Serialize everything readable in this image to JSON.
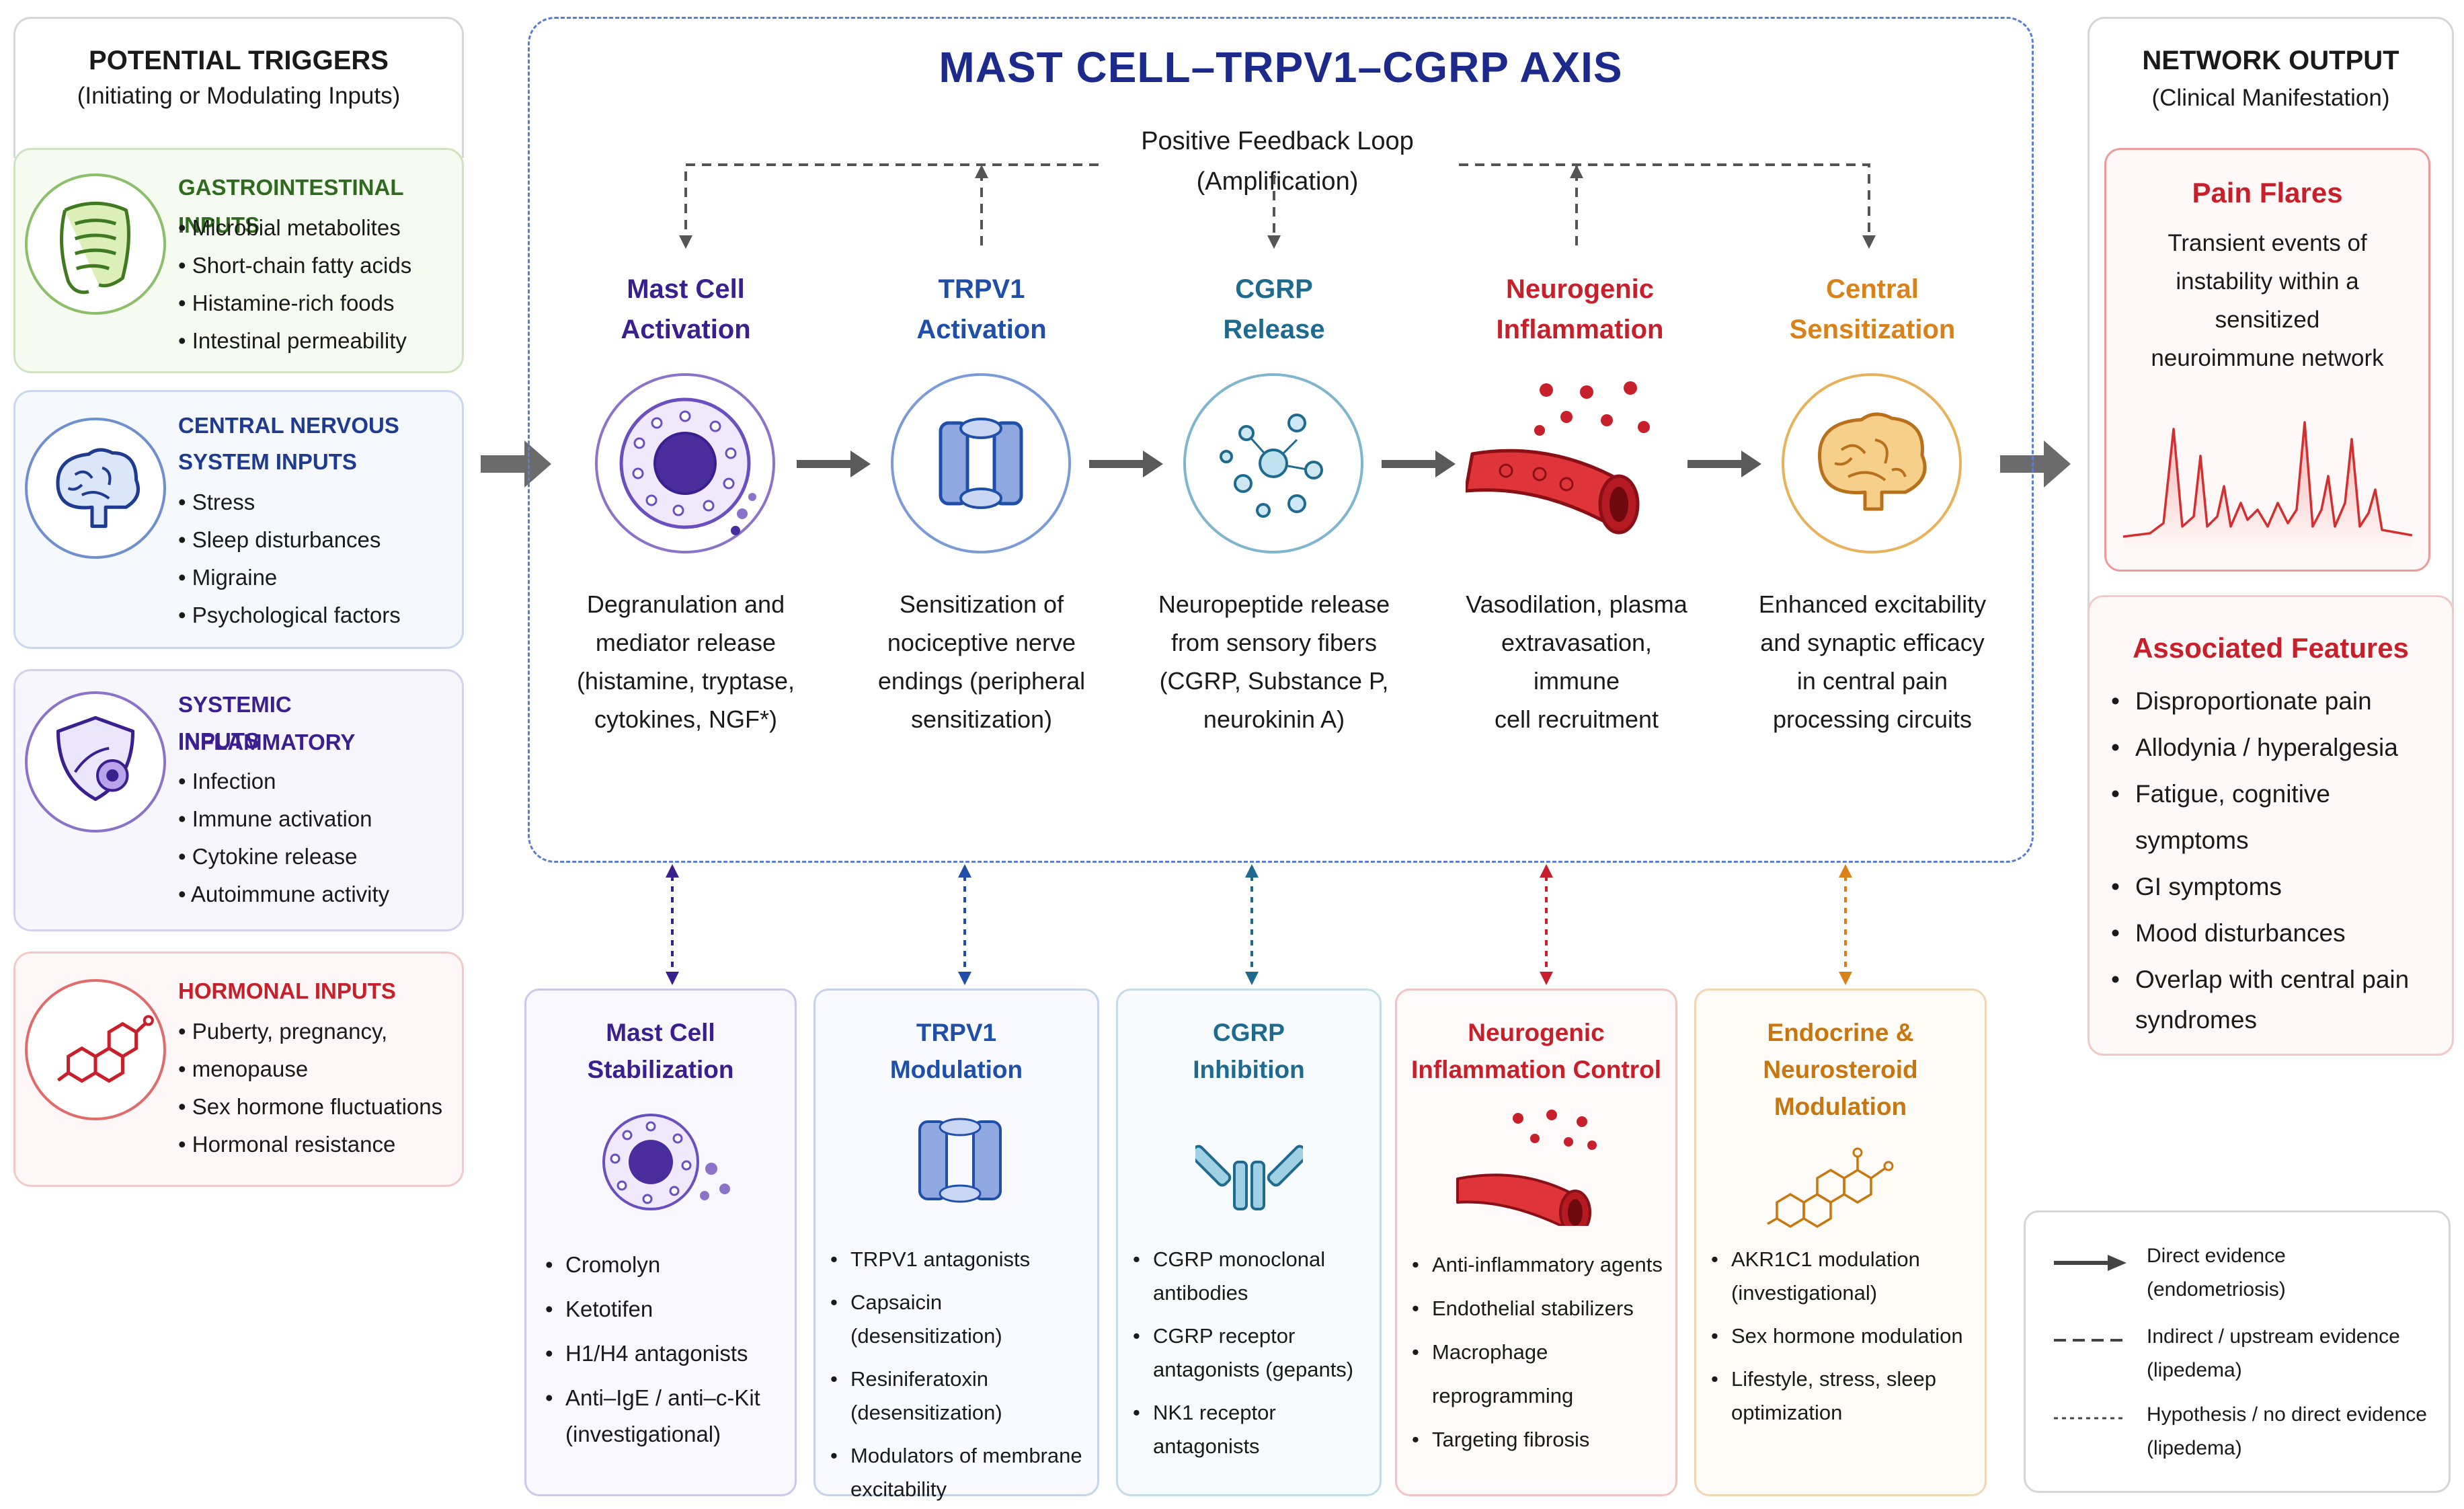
{
  "triggers": {
    "title": "POTENTIAL TRIGGERS",
    "subtitle": "(Initiating or Modulating Inputs)",
    "groups": [
      {
        "title_lines": [
          "GASTROINTESTINAL INPUTS"
        ],
        "color": "#2e6b1f",
        "icon": "intestine-icon",
        "items": [
          "Microbial metabolites",
          "Short-chain fatty acids",
          "Histamine-rich foods",
          "Intestinal permeability"
        ]
      },
      {
        "title_lines": [
          "CENTRAL NERVOUS",
          "SYSTEM INPUTS"
        ],
        "color": "#1f3b8f",
        "icon": "brain-icon",
        "items": [
          "Stress",
          "Sleep disturbances",
          "Migraine",
          "Psychological factors"
        ]
      },
      {
        "title_lines": [
          "SYSTEMIC INFLAMMATORY",
          "INPUTS"
        ],
        "color": "#3a1f8f",
        "icon": "immune-shield-icon",
        "items": [
          "Infection",
          "Immune activation",
          "Cytokine release",
          "Autoimmune activity"
        ]
      },
      {
        "title_lines": [
          "HORMONAL INPUTS"
        ],
        "color": "#c8202a",
        "icon": "steroid-molecule-icon",
        "items": [
          "Puberty, pregnancy,",
          "menopause",
          "Sex hormone fluctuations",
          "Hormonal resistance"
        ]
      }
    ]
  },
  "axis": {
    "title": "MAST CELL–TRPV1–CGRP AXIS",
    "feedback_label": [
      "Positive Feedback Loop",
      "(Amplification)"
    ],
    "steps": [
      {
        "title": [
          "Mast Cell",
          "Activation"
        ],
        "color": "#3a1f8f",
        "icon": "mast-cell-icon",
        "desc": [
          "Degranulation and",
          "mediator release",
          "(histamine, tryptase,",
          "cytokines, NGF*)"
        ]
      },
      {
        "title": [
          "TRPV1",
          "Activation"
        ],
        "color": "#1f4fa8",
        "icon": "ion-channel-icon",
        "desc": [
          "Sensitization of",
          "nociceptive nerve",
          "endings (peripheral",
          "sensitization)"
        ]
      },
      {
        "title": [
          "CGRP",
          "Release"
        ],
        "color": "#1f6a8f",
        "icon": "neuropeptide-icon",
        "desc": [
          "Neuropeptide release",
          "from sensory fibers",
          "(CGRP, Substance P,",
          "neurokinin A)"
        ]
      },
      {
        "title": [
          "Neurogenic",
          "Inflammation"
        ],
        "color": "#c8202a",
        "icon": "blood-vessel-icon",
        "desc": [
          "Vasodilation, plasma",
          "extravasation, immune",
          "cell recruitment"
        ]
      },
      {
        "title": [
          "Central",
          "Sensitization"
        ],
        "color": "#d9821a",
        "icon": "brain-icon",
        "desc": [
          "Enhanced excitability",
          "and synaptic efficacy",
          "in central pain",
          "processing circuits"
        ]
      }
    ]
  },
  "treatments": [
    {
      "title": [
        "Mast Cell",
        "Stabilization"
      ],
      "color": "#3a1f8f",
      "border": "#cfc6ec",
      "bg": "#faf8ff",
      "icon": "mast-cell-icon",
      "items": [
        "Cromolyn",
        "Ketotifen",
        "H1/H4 antagonists",
        "Anti–IgE / anti–c-Kit (investigational)"
      ]
    },
    {
      "title": [
        "TRPV1",
        "Modulation"
      ],
      "color": "#1f4fa8",
      "border": "#c6d3ec",
      "bg": "#f8faff",
      "icon": "ion-channel-icon",
      "items": [
        "TRPV1 antagonists",
        "Capsaicin (desensitization)",
        "Resiniferatoxin (desensitization)",
        "Modulators of membrane excitability"
      ]
    },
    {
      "title": [
        "CGRP",
        "Inhibition"
      ],
      "color": "#1f6a8f",
      "border": "#c3dde8",
      "bg": "#f7fbfd",
      "icon": "antibody-icon",
      "items": [
        "CGRP monoclonal antibodies",
        "CGRP receptor antagonists (gepants)",
        "NK1 receptor antagonists"
      ]
    },
    {
      "title": [
        "Neurogenic",
        "Inflammation Control"
      ],
      "color": "#c8202a",
      "border": "#efc4c4",
      "bg": "#fffafa",
      "icon": "blood-vessel-icon",
      "items": [
        "Anti-inflammatory agents",
        "Endothelial stabilizers",
        "Macrophage reprogramming",
        "Targeting fibrosis"
      ]
    },
    {
      "title": [
        "Endocrine &",
        "Neurosteroid",
        "Modulation"
      ],
      "color": "#c9760f",
      "border": "#f1d6b3",
      "bg": "#fffcf7",
      "icon": "steroid-molecule-icon",
      "items": [
        "AKR1C1 modulation (investigational)",
        "Sex hormone modulation",
        "Lifestyle, stress, sleep optimization"
      ]
    }
  ],
  "output": {
    "title": "NETWORK OUTPUT",
    "subtitle": "(Clinical Manifestation)",
    "pain_flares": {
      "title": "Pain Flares",
      "desc": [
        "Transient events of",
        "instability within a",
        "sensitized",
        "neuroimmune network"
      ],
      "icon": "pain-spike-trace-icon"
    },
    "features": {
      "title": "Associated Features",
      "items": [
        "Disproportionate pain",
        "Allodynia / hyperalgesia",
        "Fatigue, cognitive symptoms",
        "GI symptoms",
        "Mood disturbances",
        "Overlap with central pain syndromes"
      ]
    }
  },
  "legend": [
    {
      "style": "solid-arrow",
      "label": [
        "Direct evidence",
        "(endometriosis)"
      ]
    },
    {
      "style": "dashed",
      "label": [
        "Indirect / upstream evidence",
        "(lipedema)"
      ]
    },
    {
      "style": "dotted",
      "label": [
        "Hypothesis / no direct evidence",
        "(lipedema)"
      ]
    }
  ],
  "colors": {
    "navy": "#1c2a8c",
    "arrow": "#5a5a5a",
    "panel_border": "#d4d6db"
  }
}
